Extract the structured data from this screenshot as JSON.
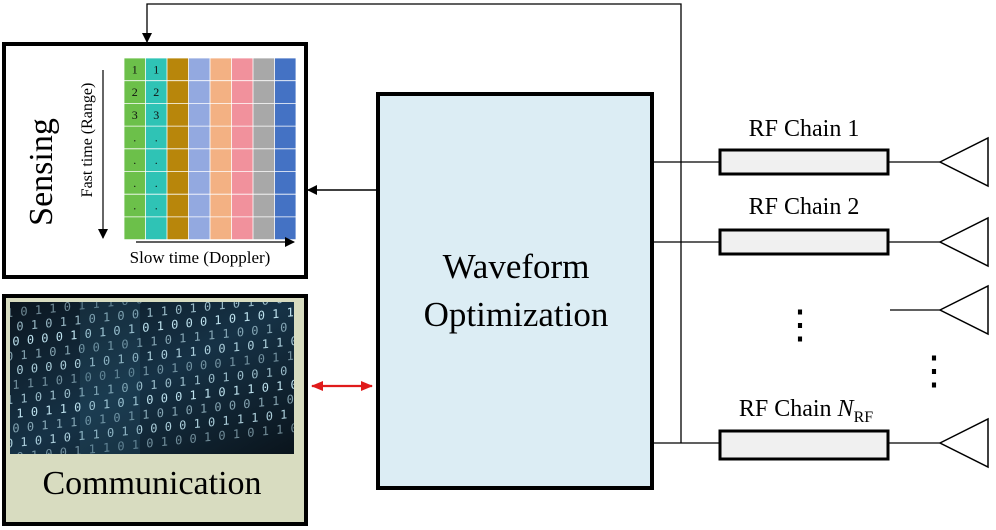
{
  "sensing": {
    "title": "Sensing",
    "fast_time_label": "Fast time (Range)",
    "slow_time_label": "Slow time (Doppler)",
    "column_colors": [
      "#6cc04a",
      "#2fc3b5",
      "#b8860b",
      "#93a9e0",
      "#f3b183",
      "#f1919c",
      "#a8a8a8",
      "#4472c4"
    ],
    "cell_labels": [
      [
        "1",
        "1"
      ],
      [
        "2",
        "2"
      ],
      [
        "3",
        "3"
      ],
      [
        ".",
        "."
      ],
      [
        ".",
        "."
      ],
      [
        ".",
        "."
      ],
      [
        ".",
        "."
      ],
      [
        "",
        ""
      ]
    ]
  },
  "communication": {
    "title": "Communication",
    "binary_rows": [
      "1 0 1 1 0 1 1 1 0 0 0 1 1 0 1 0 0 1 0 1",
      "0 0 1 0 1 1 0 1 0 0 1 1 0 1 0 1 0 1 0 0 1 1",
      "1 0 0 0 0 1 0 1 0 1 0 1 0 0 0 1 0 1 0 1 1 0",
      "0 1 1 0 1 0 0 1 0 1 1 0 1 1 1 1 0 0 1 0 0 1",
      "1 0 0 0 0 0 1 0 1 0 1 0 1 1 0 0 1 0 1 1 0 1",
      "0 1 1 1 0 1 0 0 1 0 1 0 1 0 0 0 1 1 0 1 1 1",
      "1 1 0 1 0 1 1 1 0 0 1 0 1 1 0 1 0 0 1 0 0 1",
      "0 1 0 1 1 0 0 1 0 1 0 0 0 1 1 0 1 1 0 1 0 1",
      "1 0 0 1 1 1 0 1 0 1 1 0 1 0 1 0 0 0 1 1 0 1",
      "0 1 0 1 0 1 1 0 1 0 0 0 0 1 0 1 1 1 0 1 0 1",
      "1 0 1 0 0 1 1 1 0 1 0 1 0 0 1 0 1 0 1 1 0 1"
    ],
    "colors": {
      "background": "#0e1b26",
      "digits": "#bfe3ef",
      "caption_bg": "#d8dcc0"
    }
  },
  "waveform": {
    "line1": "Waveform",
    "line2": "Optimization",
    "fill": "#dcedf4"
  },
  "rf_chains": [
    {
      "label": "RF Chain 1"
    },
    {
      "label": "RF Chain 2"
    },
    {
      "label": "RF Chain ",
      "label_italic": "N",
      "label_sub": "RF"
    }
  ],
  "ellipsis": "⋮",
  "colors": {
    "link_arrow": "#e01b1b",
    "rf_box_fill": "#f0f0f0"
  }
}
